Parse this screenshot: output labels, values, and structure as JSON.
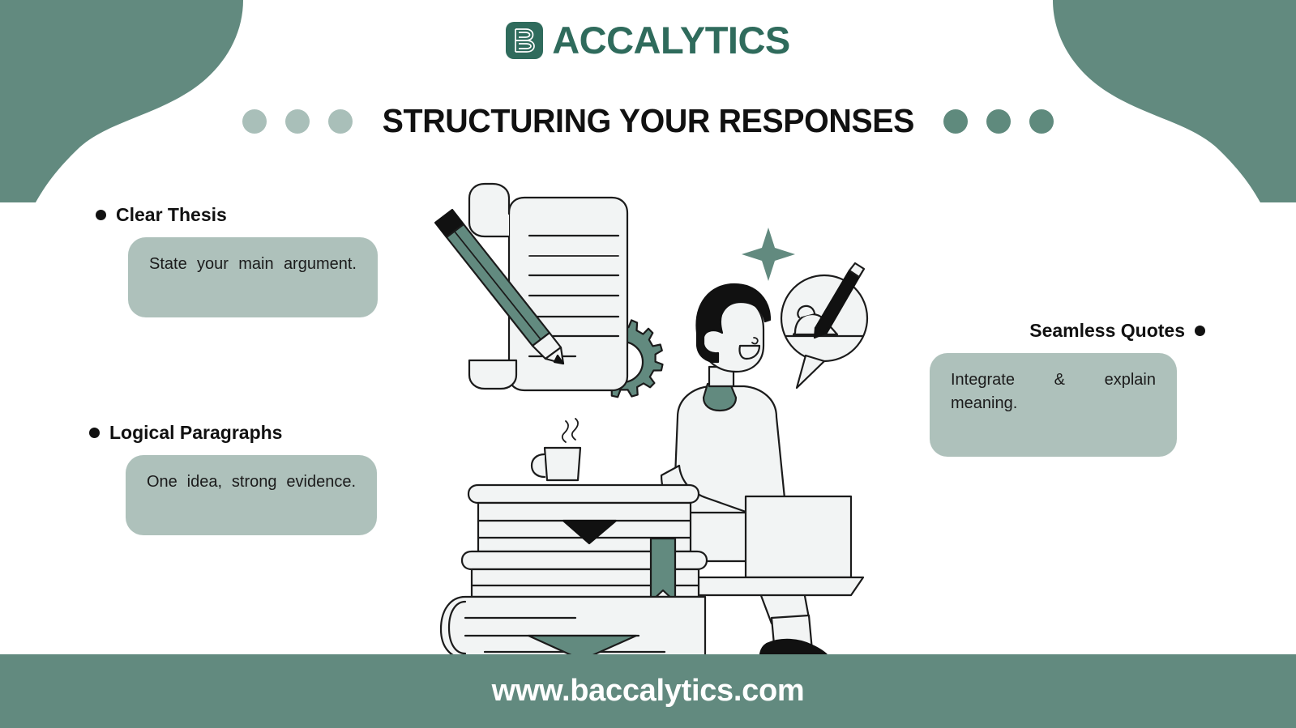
{
  "brand": {
    "logo_badge_letter": "B",
    "logo_text": "ACCALYTICS",
    "badge_icon": "b-monogram-icon",
    "brand_color": "#2f6b5c"
  },
  "header": {
    "title": "STRUCTURING YOUR RESPONSES",
    "left_dots": [
      "dot-light",
      "dot-light",
      "dot-light"
    ],
    "right_dots": [
      "dot-dark",
      "dot-dark",
      "dot-dark"
    ],
    "dot_light_color": "#a9bfb9",
    "dot_dark_color": "#5f8a7d"
  },
  "cards": [
    {
      "id": "clear-thesis",
      "heading": "Clear Thesis",
      "body": "State your main argument.",
      "align": "left",
      "box_color": "#aec1bb"
    },
    {
      "id": "logical-paragraphs",
      "heading": "Logical Paragraphs",
      "body": "One idea, strong evidence.",
      "align": "left",
      "box_color": "#aec1bb"
    },
    {
      "id": "seamless-quotes",
      "heading": "Seamless Quotes",
      "body": "Integrate & explain meaning.",
      "align": "right",
      "box_color": "#aec1bb"
    }
  ],
  "illustration": {
    "name": "student-writing-on-laptop-illustration",
    "elements": [
      "scroll-document-icon",
      "pencil-icon",
      "gear-icon",
      "person-figure",
      "laptop-icon",
      "sparkle-icon",
      "speech-bubble-hand-pen-icon",
      "coffee-mug-icon",
      "book-stack-icon",
      "bookmark-ribbon-icon"
    ],
    "accent_color": "#628a7f",
    "paper_color": "#f2f4f4",
    "outline_color": "#1b1b1b"
  },
  "footer": {
    "website": "www.baccalytics.com",
    "background_color": "#628a7f",
    "text_color": "#ffffff"
  }
}
